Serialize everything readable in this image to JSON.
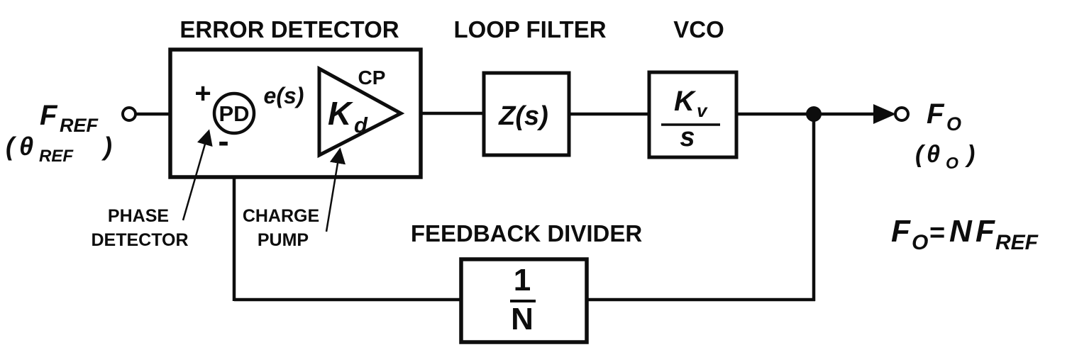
{
  "colors": {
    "ink": "#0d0d0d",
    "background": "#ffffff"
  },
  "titles": {
    "error_detector": "ERROR DETECTOR",
    "loop_filter": "LOOP FILTER",
    "vco": "VCO",
    "feedback_divider": "FEEDBACK DIVIDER"
  },
  "input": {
    "symbol": "F",
    "subscript": "REF",
    "phase_open": "(",
    "phase_symbol": "θ",
    "phase_subscript": "REF",
    "phase_close": ")"
  },
  "error_detector": {
    "plus": "+",
    "minus": "-",
    "pd_label": "PD",
    "error_signal": "e(s)",
    "amp_label": "CP",
    "amp_gain": "K",
    "amp_gain_subscript": "d"
  },
  "loop_filter": {
    "transfer_function": "Z(s)"
  },
  "vco": {
    "gain": "K",
    "gain_subscript": "v",
    "denominator": "s"
  },
  "feedback_divider": {
    "numerator": "1",
    "denominator": "N"
  },
  "output": {
    "symbol": "F",
    "subscript": "O",
    "phase_open": "(",
    "phase_symbol": "θ",
    "phase_subscript": "O",
    "phase_close": ")"
  },
  "callouts": {
    "phase_detector_line1": "PHASE",
    "phase_detector_line2": "DETECTOR",
    "charge_pump_line1": "CHARGE",
    "charge_pump_line2": "PUMP"
  },
  "equation": {
    "lhs": "F",
    "lhs_subscript": "O",
    "equals": "=",
    "multiplier": "N",
    "rhs": "F",
    "rhs_subscript": "REF"
  }
}
